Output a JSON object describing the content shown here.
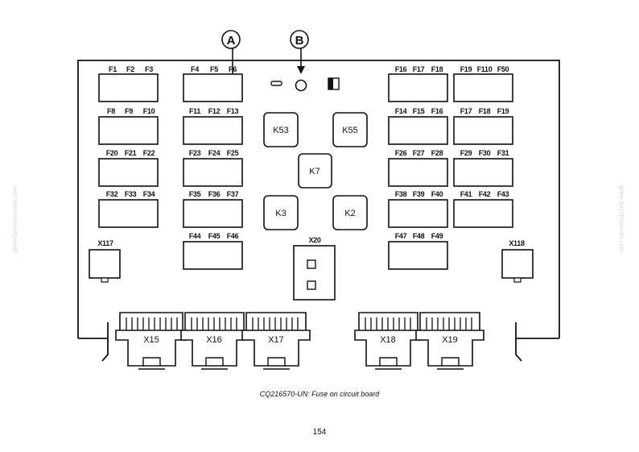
{
  "callouts": {
    "a": "A",
    "b": "B"
  },
  "fuse_blocks": [
    {
      "labels": [
        "F1",
        "F2",
        "F3"
      ]
    },
    {
      "labels": [
        "F4",
        "F5",
        "F6"
      ]
    },
    {
      "labels": [
        "F16",
        "F17",
        "F18"
      ]
    },
    {
      "labels": [
        "F19",
        "F110",
        "F50"
      ]
    },
    {
      "labels": [
        "F8",
        "F9",
        "F10"
      ]
    },
    {
      "labels": [
        "F11",
        "F12",
        "F13"
      ]
    },
    {
      "labels": [
        "F14",
        "F15",
        "F16"
      ]
    },
    {
      "labels": [
        "F17",
        "F18",
        "F19"
      ]
    },
    {
      "labels": [
        "F20",
        "F21",
        "F22"
      ]
    },
    {
      "labels": [
        "F23",
        "F24",
        "F25"
      ]
    },
    {
      "labels": [
        "F26",
        "F27",
        "F28"
      ]
    },
    {
      "labels": [
        "F29",
        "F30",
        "F31"
      ]
    },
    {
      "labels": [
        "F32",
        "F33",
        "F34"
      ]
    },
    {
      "labels": [
        "F35",
        "F36",
        "F37"
      ]
    },
    {
      "labels": [
        "F38",
        "F39",
        "F40"
      ]
    },
    {
      "labels": [
        "F41",
        "F42",
        "F43"
      ]
    },
    {
      "labels": [
        "F44",
        "F45",
        "F46"
      ]
    },
    {
      "labels": [
        "F47",
        "F48",
        "F49"
      ]
    }
  ],
  "relays": [
    "K53",
    "K55",
    "K7",
    "K3",
    "K2"
  ],
  "sockets": {
    "left": "X117",
    "right": "X118",
    "center": "X20"
  },
  "connectors": [
    "X15",
    "X16",
    "X17",
    "X18",
    "X19"
  ],
  "caption": "CQ216570-UN: Fuse on circuit board",
  "page_number": "154",
  "watermark": "greenfarmmanuals.com"
}
